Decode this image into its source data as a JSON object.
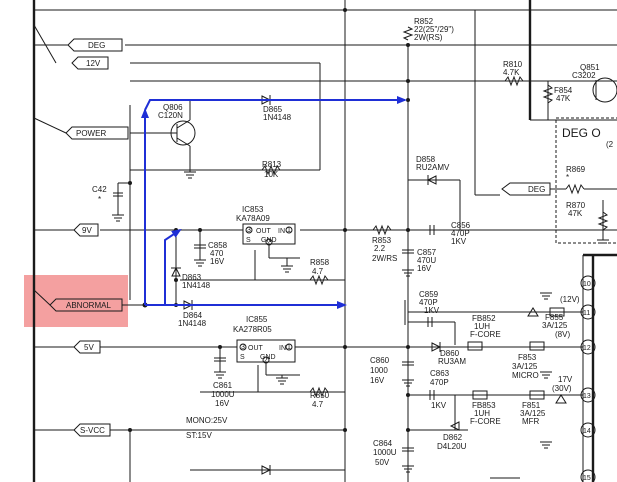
{
  "connectors": {
    "deg": "DEG",
    "v12": "12V",
    "power": "POWER",
    "v9": "9V",
    "abnormal": "ABNORMAL",
    "v5": "5V",
    "svcc": "S-VCC"
  },
  "notes": {
    "mono": "MONO:25V",
    "st": "ST:15V"
  },
  "components": {
    "r852": [
      "R852",
      "22(25\"/29\")",
      "2W(RS)"
    ],
    "r810": [
      "R810",
      "4.7K"
    ],
    "q851": [
      "Q851",
      "C3202"
    ],
    "f854": [
      "F854",
      "47K"
    ],
    "q806": [
      "Q806",
      "C120N"
    ],
    "d865": [
      "D865",
      "1N4148"
    ],
    "r813": [
      "R813",
      "10K"
    ],
    "c42": [
      "C42",
      "*"
    ],
    "d858": [
      "D858",
      "RU2AMV"
    ],
    "deg_box_title": "DEG O",
    "deg_box_sub": "(2",
    "deg_arrow": "DEG",
    "r869": [
      "R869",
      "*"
    ],
    "r870": [
      "R870",
      "47K"
    ],
    "ic853": [
      "IC853",
      "KA78A09"
    ],
    "c858": [
      "C858",
      "470",
      "16V"
    ],
    "r853": [
      "R853",
      "2.2",
      "2W/RS"
    ],
    "c857": [
      "C857",
      "470U",
      "16V"
    ],
    "c856": [
      "C856",
      "470P",
      "1KV"
    ],
    "r858": [
      "R858",
      "4.7"
    ],
    "d863": [
      "D863",
      "1N4148"
    ],
    "d864": [
      "D864",
      "1N4148"
    ],
    "c859": [
      "C859",
      "470P",
      "1KV"
    ],
    "ic855": [
      "IC855",
      "KA278R05"
    ],
    "fb852": [
      "FB852",
      "1UH",
      "F-CORE"
    ],
    "f855": [
      "F855",
      "3A/125",
      "(8V)"
    ],
    "d860": [
      "D860",
      "RU3AM"
    ],
    "f853": [
      "F853",
      "3A/125",
      "MICRO"
    ],
    "c860": [
      "C860",
      "1000",
      "16V"
    ],
    "c863": [
      "C863",
      "470P",
      "1KV"
    ],
    "c861": [
      "C861",
      "1000U",
      "16V"
    ],
    "r850": [
      "R850",
      "4.7"
    ],
    "fb853": [
      "FB853",
      "1UH",
      "F-CORE"
    ],
    "f851": [
      "F851",
      "3A/125",
      "MFR"
    ],
    "d862": [
      "D862",
      "D4L20U"
    ],
    "c864": [
      "C864",
      "1000U",
      "50V"
    ],
    "v12_tag": "(12V)",
    "v17_tag": [
      "17V",
      "(30V)"
    ]
  },
  "ic_pins": {
    "out": "OUT",
    "in": "IN",
    "gnd": "GND",
    "s": "S"
  },
  "pin_numbers": [
    "10",
    "11",
    "12",
    "13",
    "14",
    "15"
  ],
  "ic_pin_numbers": [
    "3",
    "2",
    "1"
  ],
  "colors": {
    "arrow": "#1f2fd6",
    "highlight": "#f08080",
    "wire": "#1a1a1a"
  }
}
